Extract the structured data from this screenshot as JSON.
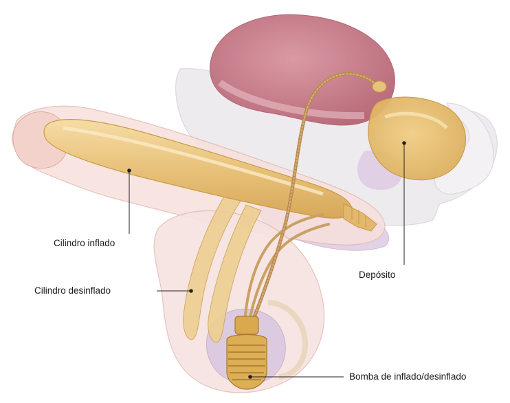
{
  "labels": {
    "inflated_cylinder": "Cilindro inflado",
    "deflated_cylinder": "Cilindro desinflado",
    "reservoir": "Depósito",
    "pump": "Bomba de inflado/desinflado"
  },
  "colors": {
    "device": "#e8c27a",
    "device_dark": "#c99a45",
    "tube": "#b98a4e",
    "bladder": "#c97f8c",
    "pelvis": "#e9e6ea",
    "skin": "#f3d8d4",
    "scrotum_inner": "#d8c6dc",
    "leader_line": "#222222"
  }
}
